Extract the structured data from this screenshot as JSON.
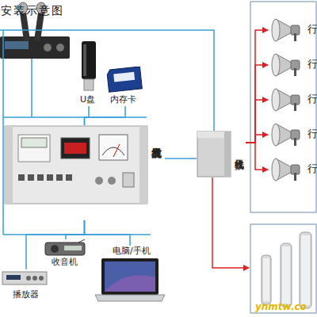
{
  "diagram": {
    "title": "安装示意图",
    "nodes": [
      {
        "text": [
          "U盘"
        ]
      },
      {
        "text": [
          "内存卡"
        ]
      },
      {
        "text": [
          "无线广播发射机"
        ]
      },
      {
        "text": [
          "无线接收机"
        ]
      },
      {
        "text": [
          "行"
        ]
      },
      {
        "text": [
          "行"
        ]
      },
      {
        "text": [
          "行"
        ]
      },
      {
        "text": [
          "行"
        ]
      },
      {
        "text": [
          "行"
        ]
      },
      {
        "text": [
          "收音机"
        ]
      },
      {
        "text": [
          "电脑/手机"
        ]
      },
      {
        "text": [
          "播放器"
        ]
      }
    ],
    "edges": [
      {
        "from": 0,
        "to": 2,
        "arrow": "none"
      },
      {
        "from": 1,
        "to": 2,
        "arrow": "none"
      },
      {
        "from": 9,
        "to": 2,
        "arrow": "none"
      },
      {
        "from": 10,
        "to": 2,
        "arrow": "none"
      },
      {
        "from": 11,
        "to": 2,
        "arrow": "none"
      },
      {
        "from": 2,
        "to": 3,
        "arrow": "none"
      },
      {
        "from": 3,
        "to": 4,
        "arrow": "to"
      },
      {
        "from": 3,
        "to": 5,
        "arrow": "to"
      },
      {
        "from": 3,
        "to": 6,
        "arrow": "to"
      },
      {
        "from": 3,
        "to": 7,
        "arrow": "to"
      },
      {
        "from": 3,
        "to": 8,
        "arrow": "to"
      }
    ],
    "labels": [
      "ynmtw.co"
    ]
  }
}
